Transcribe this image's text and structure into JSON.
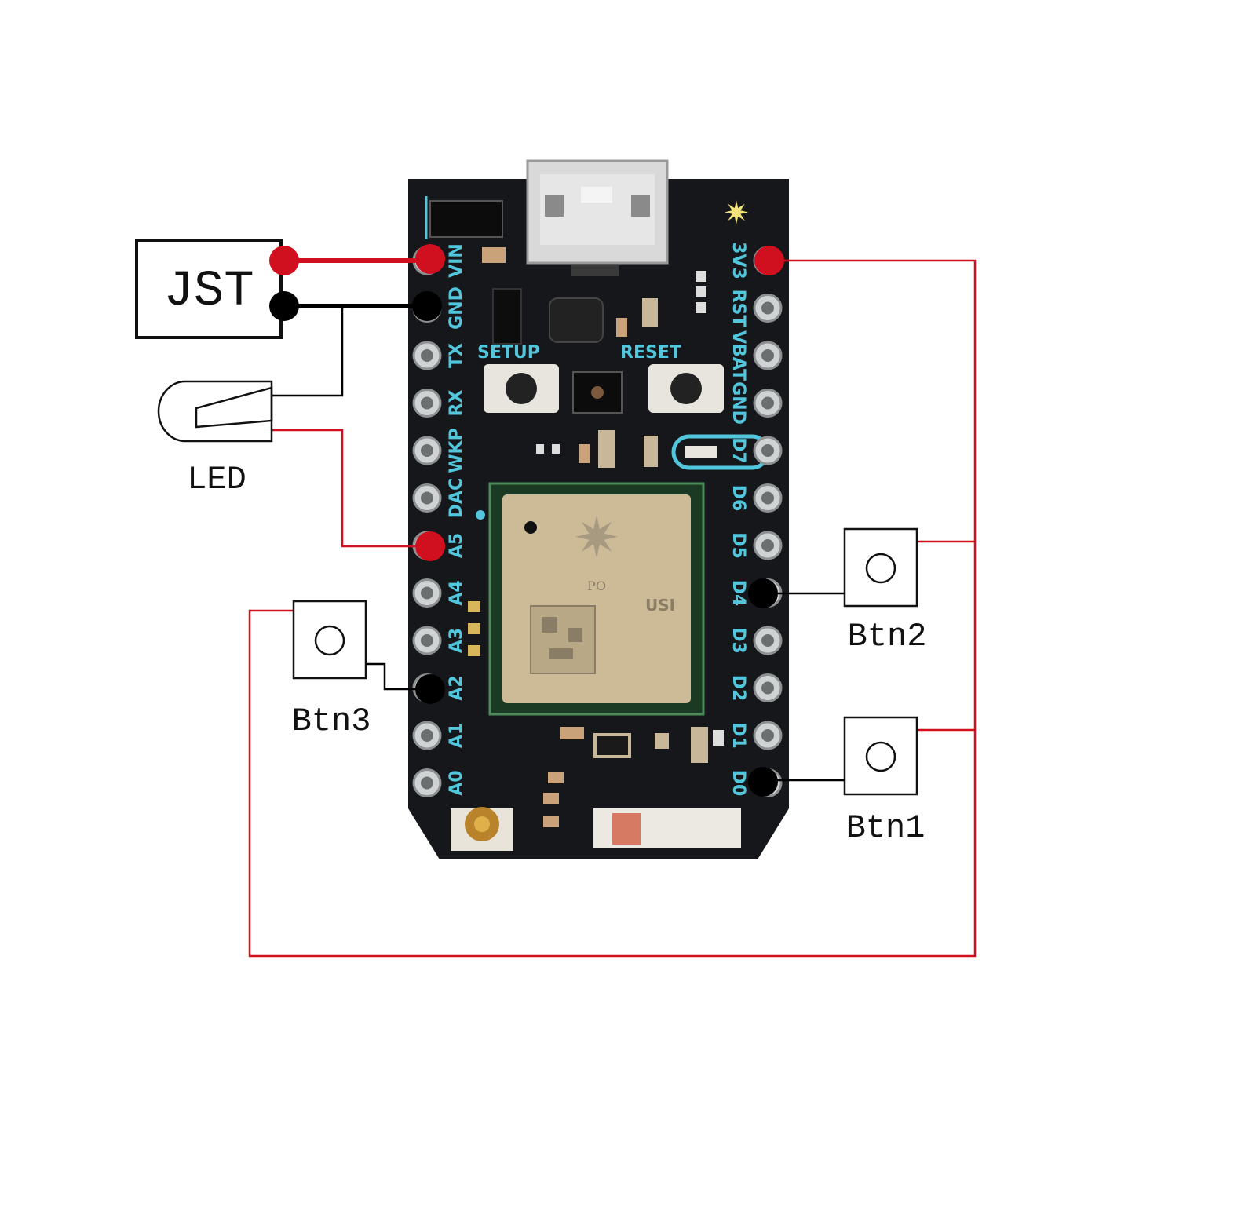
{
  "board": {
    "pins_left": [
      "VIN",
      "GND",
      "TX",
      "RX",
      "WKP",
      "DAC",
      "A5",
      "A4",
      "A3",
      "A2",
      "A1",
      "A0"
    ],
    "pins_right": [
      "3V3",
      "RST",
      "VBAT",
      "GND",
      "D7",
      "D6",
      "D5",
      "D4",
      "D3",
      "D2",
      "D1",
      "D0"
    ],
    "setup_label": "SETUP",
    "reset_label": "RESET",
    "module_text_1": "PO",
    "module_text_2": "USI"
  },
  "components": {
    "jst_label": "JST",
    "led_label": "LED",
    "btn1_label": "Btn1",
    "btn2_label": "Btn2",
    "btn3_label": "Btn3"
  },
  "colors": {
    "wire_red": "#d0101f",
    "wire_black": "#000000",
    "board": "#16171a",
    "silk": "#52c6dc"
  }
}
